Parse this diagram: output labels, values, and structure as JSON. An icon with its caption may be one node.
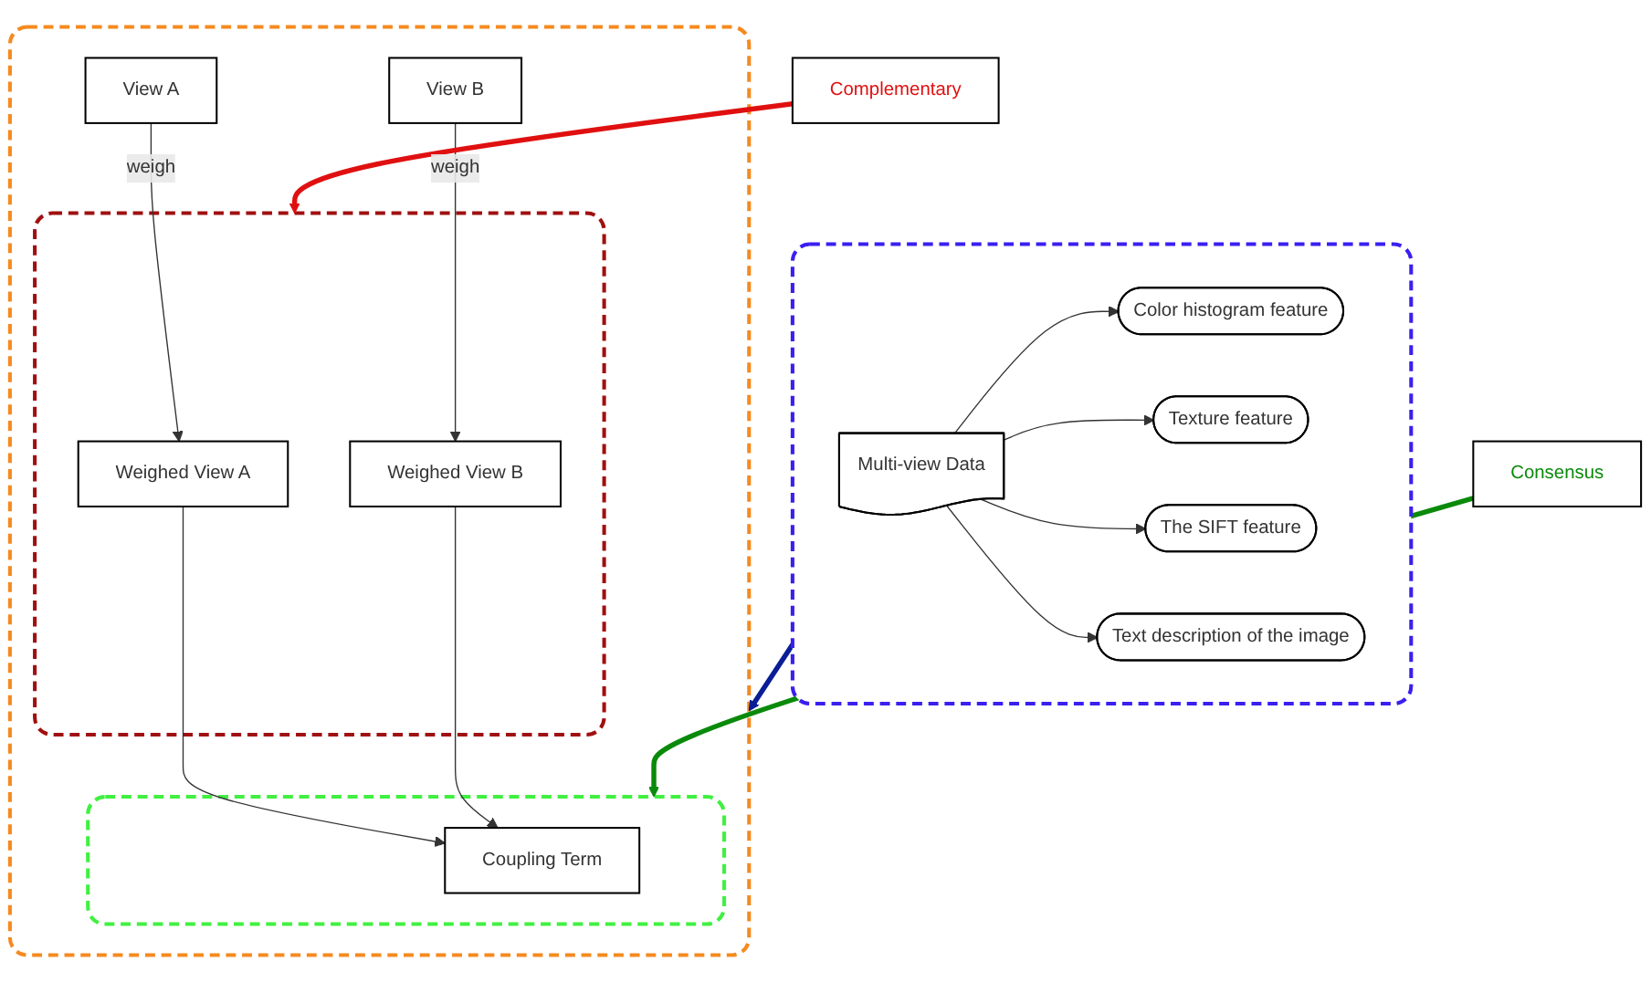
{
  "diagram": {
    "nodes": [
      {
        "text": [],
        "shape": "box"
      },
      {
        "text": [
          "Color histogram feature"
        ],
        "in": 0
      },
      {
        "text": [
          "Texture feature"
        ],
        "in": 0
      },
      {
        "text": [
          "Multi-view Data"
        ],
        "in": 0
      },
      {
        "text": [
          "The SIFT feature"
        ],
        "in": 0
      },
      {
        "text": [
          "Text description of the image"
        ],
        "in": 0
      },
      {
        "text": [],
        "shape": "box"
      },
      {
        "text": [
          "View A"
        ],
        "in": 6
      },
      {
        "text": [
          "View B"
        ],
        "in": 6
      },
      {
        "text": [],
        "shape": "box",
        "in": 6
      },
      {
        "text": [
          "Weighed View A"
        ],
        "in": 9
      },
      {
        "text": [
          "Weighed View B"
        ],
        "in": 9
      },
      {
        "text": [],
        "shape": "box",
        "in": 6
      },
      {
        "text": [
          "Coupling Term"
        ],
        "in": 12
      },
      {
        "text": [
          "Complementary"
        ]
      },
      {
        "text": [
          "Consensus"
        ]
      }
    ],
    "edges": [
      {
        "from": 3,
        "to": 1,
        "arrow": "to"
      },
      {
        "from": 3,
        "to": 2,
        "arrow": "to"
      },
      {
        "from": 3,
        "to": 4,
        "arrow": "to"
      },
      {
        "from": 3,
        "to": 5,
        "arrow": "to"
      },
      {
        "from": 0,
        "to": 6,
        "arrow": "to",
        "style": "thick",
        "color": "#0a1e96"
      },
      {
        "from": 7,
        "to": 10,
        "arrow": "to",
        "label": "weigh"
      },
      {
        "from": 8,
        "to": 11,
        "arrow": "to",
        "label": "weigh"
      },
      {
        "from": 10,
        "to": 13,
        "arrow": "to"
      },
      {
        "from": 11,
        "to": 13,
        "arrow": "to"
      },
      {
        "from": 14,
        "to": 9,
        "arrow": "to",
        "style": "thick",
        "color": "#e01010"
      },
      {
        "from": 15,
        "to": 12,
        "arrow": "to",
        "style": "thick",
        "color": "#0a8a0a"
      }
    ]
  }
}
